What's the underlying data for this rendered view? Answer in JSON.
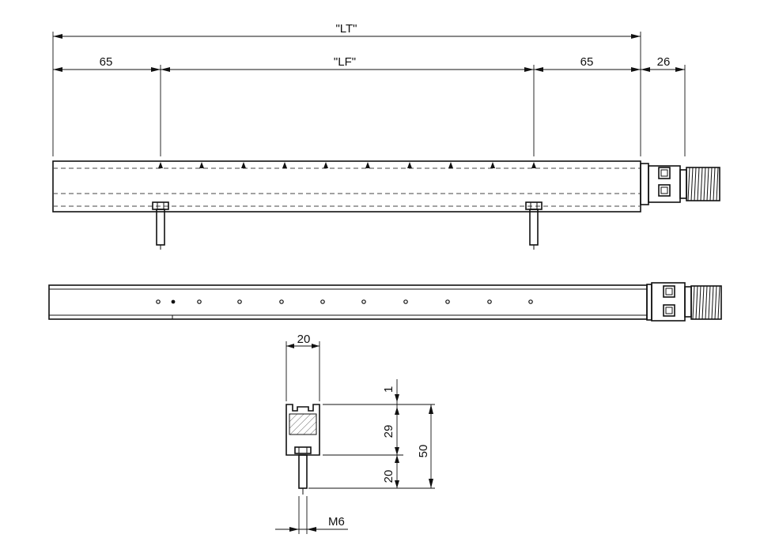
{
  "drawing": {
    "dim_total_length": "\"LT\"",
    "dim_field_length": "\"LF\"",
    "dim_left_offset": "65",
    "dim_right_offset": "65",
    "dim_connector": "26",
    "section_width": "20",
    "section_top_gap": "1",
    "section_body_height": "29",
    "section_pin_height": "20",
    "section_total_height": "50",
    "thread": "M6"
  }
}
